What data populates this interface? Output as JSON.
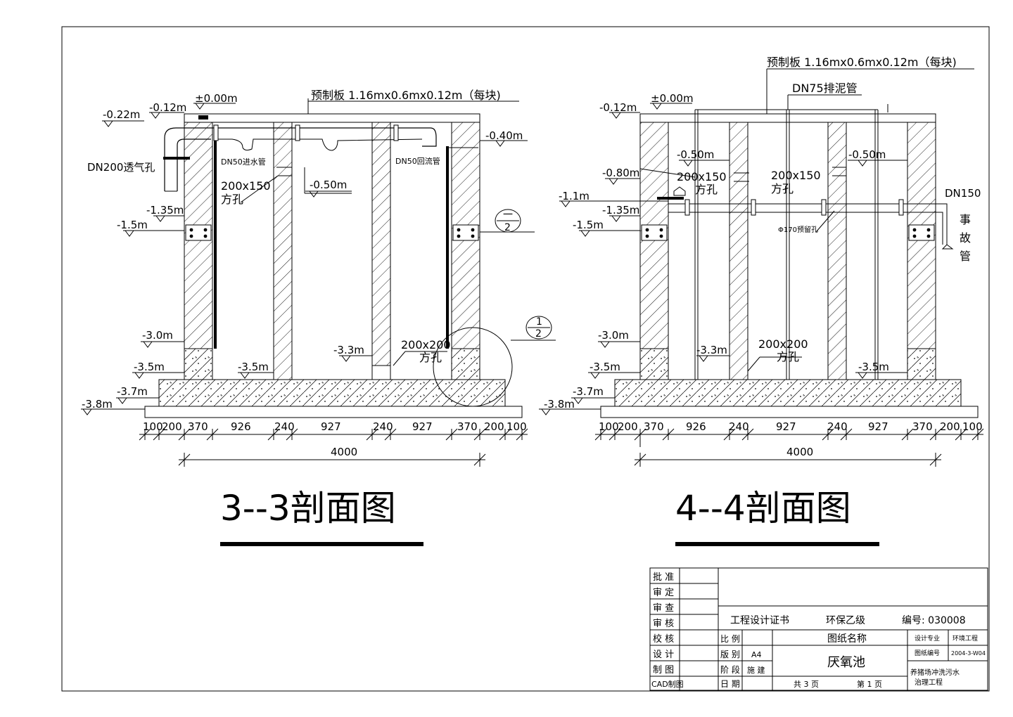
{
  "left_section": {
    "title": "3--3剖面图",
    "slab_label": "预制板 1.16mx0.6mx0.12m（每块)",
    "elev_top": "±0.00m",
    "elev_m012": "-0.12m",
    "elev_m022": "-0.22m",
    "elev_m040": "-0.40m",
    "elev_m050": "-0.50m",
    "elev_m135": "-1.35m",
    "elev_m15": "-1.5m",
    "elev_m30": "-3.0m",
    "elev_m33": "-3.3m",
    "elev_m35a": "-3.5m",
    "elev_m35b": "-3.5m",
    "elev_m37": "-3.7m",
    "elev_m38": "-3.8m",
    "vent_label": "DN200透气孔",
    "inlet_label": "DN50进水管",
    "return_label": "DN50回流管",
    "hole1_a": "200x150",
    "hole1_b": "方孔",
    "hole2_a": "200x200",
    "hole2_b": "方孔",
    "detail1_top": "一",
    "detail1_bot": "2",
    "detail2_top": "1",
    "detail2_bot": "2",
    "dims": [
      "100",
      "200",
      "370",
      "926",
      "240",
      "927",
      "240",
      "927",
      "370",
      "200",
      "100"
    ],
    "total": "4000"
  },
  "right_section": {
    "title": "4--4剖面图",
    "slab_label": "预制板 1.16mx0.6mx0.12m（每块)",
    "sludge_label": "DN75排泥管",
    "elev_top": "±0.00m",
    "elev_m012": "-0.12m",
    "elev_m050a": "-0.50m",
    "elev_m050b": "-0.50m",
    "elev_m080": "-0.80m",
    "elev_m11": "-1.1m",
    "elev_m135": "-1.35m",
    "elev_m15": "-1.5m",
    "elev_m30": "-3.0m",
    "elev_m33": "-3.3m",
    "elev_m35a": "-3.5m",
    "elev_m35b": "-3.5m",
    "elev_m37": "-3.7m",
    "elev_m38": "-3.8m",
    "hole1_a": "200x150",
    "hole1_b": "方孔",
    "hole2_a": "200x150",
    "hole2_b": "方孔",
    "hole3_a": "200x200",
    "hole3_b": "方孔",
    "reserve_label": "Φ170预留孔",
    "dn150": "DN150",
    "acc1": "事",
    "acc2": "故",
    "acc3": "管",
    "dims": [
      "100",
      "200",
      "370",
      "926",
      "240",
      "927",
      "240",
      "927",
      "370",
      "200",
      "100"
    ],
    "total": "4000"
  },
  "title_block": {
    "roles": [
      "批 准",
      "审 定",
      "审 查",
      "审 核",
      "校 核",
      "设 计",
      "制 图",
      "CAD制图"
    ],
    "cert": "工程设计证书",
    "grade": "环保乙级",
    "number": "编号: 030008",
    "scale_label": "比 例",
    "size_label": "版 别",
    "size_value": "A4",
    "stage_label": "阶 段",
    "stage_value": "施 建",
    "date_label": "日 期",
    "drawing_name_label": "图纸名称",
    "drawing_name": "厌氧池",
    "pages_total": "共 3 页",
    "page_no": "第 1 页",
    "spec_label": "设计专业",
    "spec_value": "环境工程",
    "drawing_no_label": "图纸编号",
    "drawing_no": "2004-3-W04",
    "project_1": "养猪场冲洗污水",
    "project_2": "治理工程"
  }
}
